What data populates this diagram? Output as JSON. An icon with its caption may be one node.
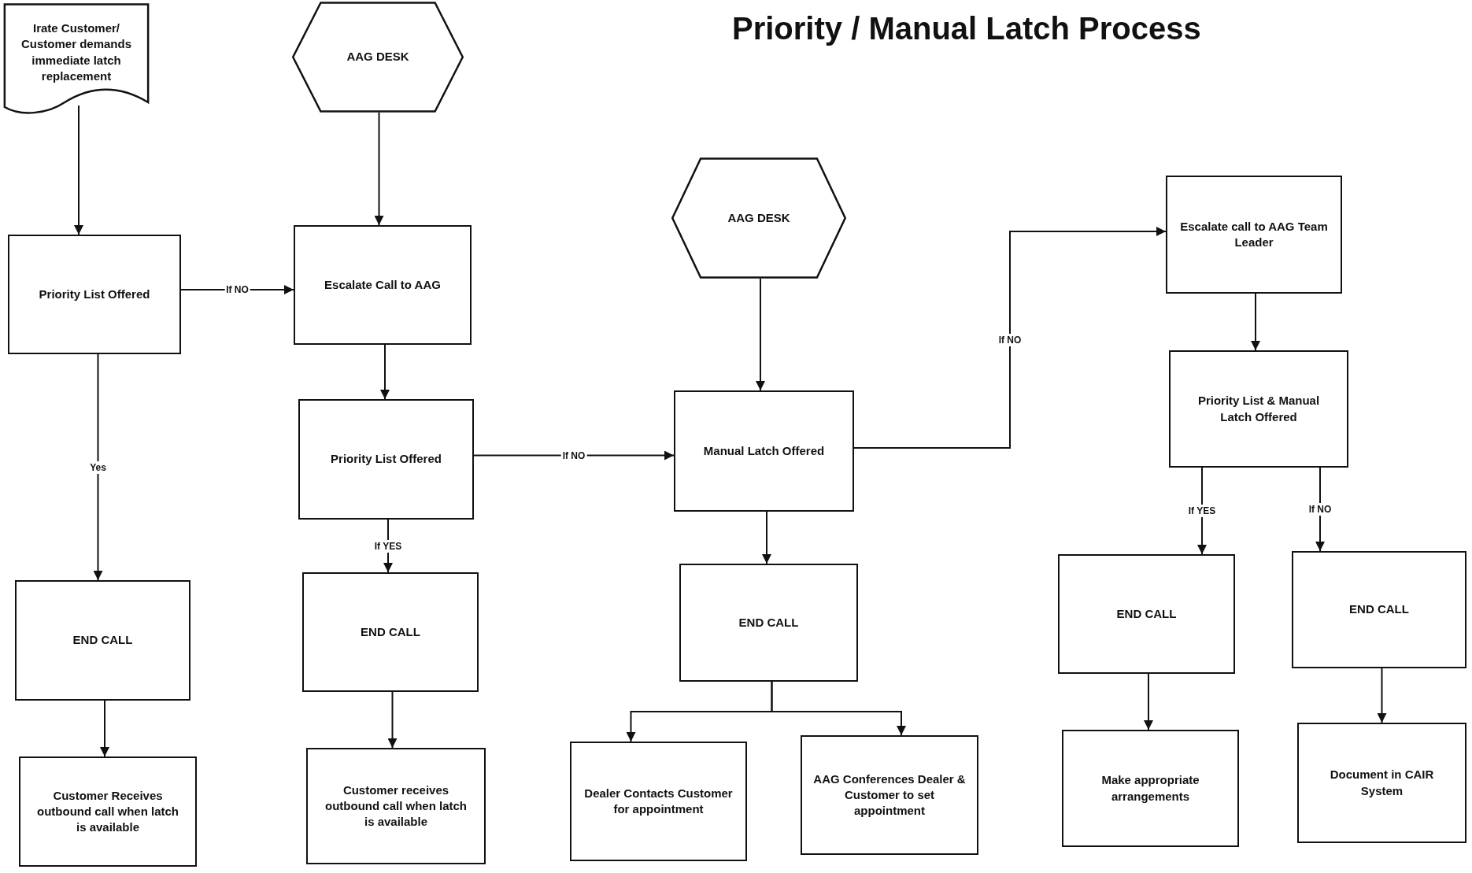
{
  "diagram": {
    "title": "Priority / Manual Latch Process",
    "nodes": [
      {
        "text": [
          "Irate Customer/ Customer demands immediate latch replacement"
        ]
      },
      {
        "text": [
          "AAG DESK"
        ]
      },
      {
        "text": [
          "Priority List Offered"
        ]
      },
      {
        "text": [
          "Escalate Call to AAG"
        ]
      },
      {
        "text": [
          "Priority List Offered"
        ]
      },
      {
        "text": [
          "AAG DESK"
        ]
      },
      {
        "text": [
          "Manual Latch Offered"
        ]
      },
      {
        "text": [
          "Escalate call to AAG Team Leader"
        ]
      },
      {
        "text": [
          "Priority List & Manual Latch Offered"
        ]
      },
      {
        "text": [
          "END CALL"
        ]
      },
      {
        "text": [
          "END CALL"
        ]
      },
      {
        "text": [
          "END CALL"
        ]
      },
      {
        "text": [
          "END CALL"
        ]
      },
      {
        "text": [
          "END CALL"
        ]
      },
      {
        "text": [
          "Customer Receives outbound call when latch is available"
        ]
      },
      {
        "text": [
          "Customer receives outbound call when latch is available"
        ]
      },
      {
        "text": [
          "Dealer Contacts Customer for appointment"
        ]
      },
      {
        "text": [
          "AAG Conferences Dealer & Customer to set appointment"
        ]
      },
      {
        "text": [
          "Make appropriate arrangements"
        ]
      },
      {
        "text": [
          "Document in CAIR System"
        ]
      }
    ],
    "edges": [
      {
        "from": 0,
        "to": 2,
        "arrow": "to"
      },
      {
        "from": 1,
        "to": 3,
        "arrow": "to"
      },
      {
        "from": 2,
        "to": 3,
        "arrow": "to",
        "label": "If NO"
      },
      {
        "from": 2,
        "to": 9,
        "arrow": "to",
        "label": "Yes"
      },
      {
        "from": 3,
        "to": 4,
        "arrow": "to"
      },
      {
        "from": 4,
        "to": 6,
        "arrow": "to",
        "label": "If NO"
      },
      {
        "from": 4,
        "to": 10,
        "arrow": "to",
        "label": "If YES"
      },
      {
        "from": 5,
        "to": 6,
        "arrow": "to"
      },
      {
        "from": 6,
        "to": 7,
        "arrow": "to",
        "label": "If NO"
      },
      {
        "from": 6,
        "to": 11,
        "arrow": "to"
      },
      {
        "from": 7,
        "to": 8,
        "arrow": "to"
      },
      {
        "from": 8,
        "to": 12,
        "arrow": "to",
        "label": "If YES"
      },
      {
        "from": 8,
        "to": 13,
        "arrow": "to",
        "label": "If NO"
      },
      {
        "from": 9,
        "to": 14,
        "arrow": "to"
      },
      {
        "from": 10,
        "to": 15,
        "arrow": "to"
      },
      {
        "from": 11,
        "to": 16,
        "arrow": "to"
      },
      {
        "from": 11,
        "to": 17,
        "arrow": "to"
      },
      {
        "from": 12,
        "to": 18,
        "arrow": "to"
      },
      {
        "from": 13,
        "to": 19,
        "arrow": "to"
      }
    ]
  }
}
